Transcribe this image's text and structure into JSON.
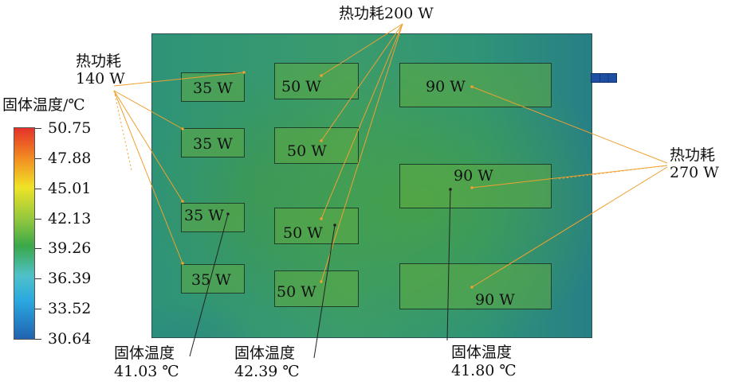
{
  "title_top": "热功耗200 W",
  "left_group": {
    "line1": "热功耗",
    "line2": "140 W"
  },
  "right_group": {
    "line1": "热功耗",
    "line2": "270 W"
  },
  "colorbar": {
    "title": "固体温度/℃",
    "values": [
      "50.75",
      "47.88",
      "45.01",
      "42.13",
      "39.26",
      "36.39",
      "33.52",
      "30.64"
    ]
  },
  "chips": {
    "c35_1": "35 W",
    "c35_2": "35 W",
    "c35_3": "35 W",
    "c35_4": "35 W",
    "c50_1": "50 W",
    "c50_2": "50 W",
    "c50_3": "50 W",
    "c50_4": "50 W",
    "c90_1": "90 W",
    "c90_2": "90 W",
    "c90_3": "90 W"
  },
  "probes": [
    {
      "label": "固体温度",
      "value": "41.03 ℃"
    },
    {
      "label": "固体温度",
      "value": "42.39 ℃"
    },
    {
      "label": "固体温度",
      "value": "41.80 ℃"
    }
  ],
  "colors": {
    "leader_orange": "#f0a030",
    "leader_black": "#222222"
  }
}
